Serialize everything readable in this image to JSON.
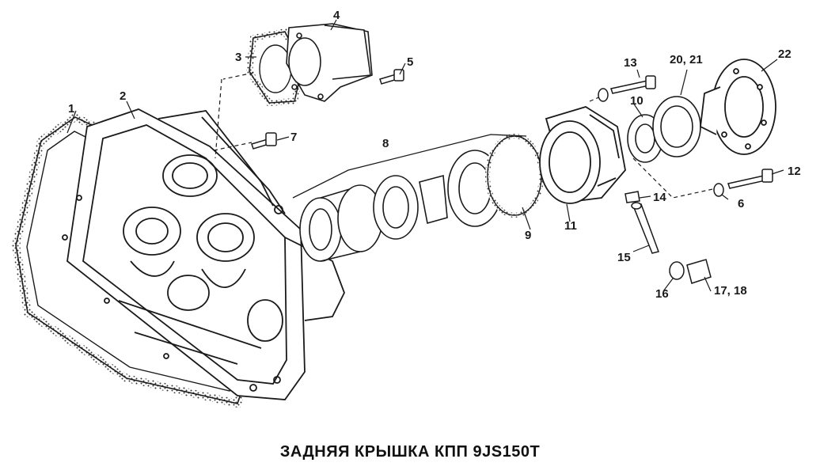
{
  "caption": "ЗАДНЯЯ КРЫШКА КПП 9JS150T",
  "callouts": {
    "p1": "1",
    "p2": "2",
    "p3": "3",
    "p4": "4",
    "p5": "5",
    "p6": "6",
    "p7": "7",
    "p8": "8",
    "p9": "9",
    "p10": "10",
    "p11": "11",
    "p12": "12",
    "p13": "13",
    "p14": "14",
    "p15": "15",
    "p16": "16",
    "p17_18": "17, 18",
    "p20_21": "20, 21",
    "p22": "22"
  },
  "colors": {
    "ink": "#1a1a1a",
    "paper": "#ffffff",
    "shade": "#cfcfcf"
  }
}
